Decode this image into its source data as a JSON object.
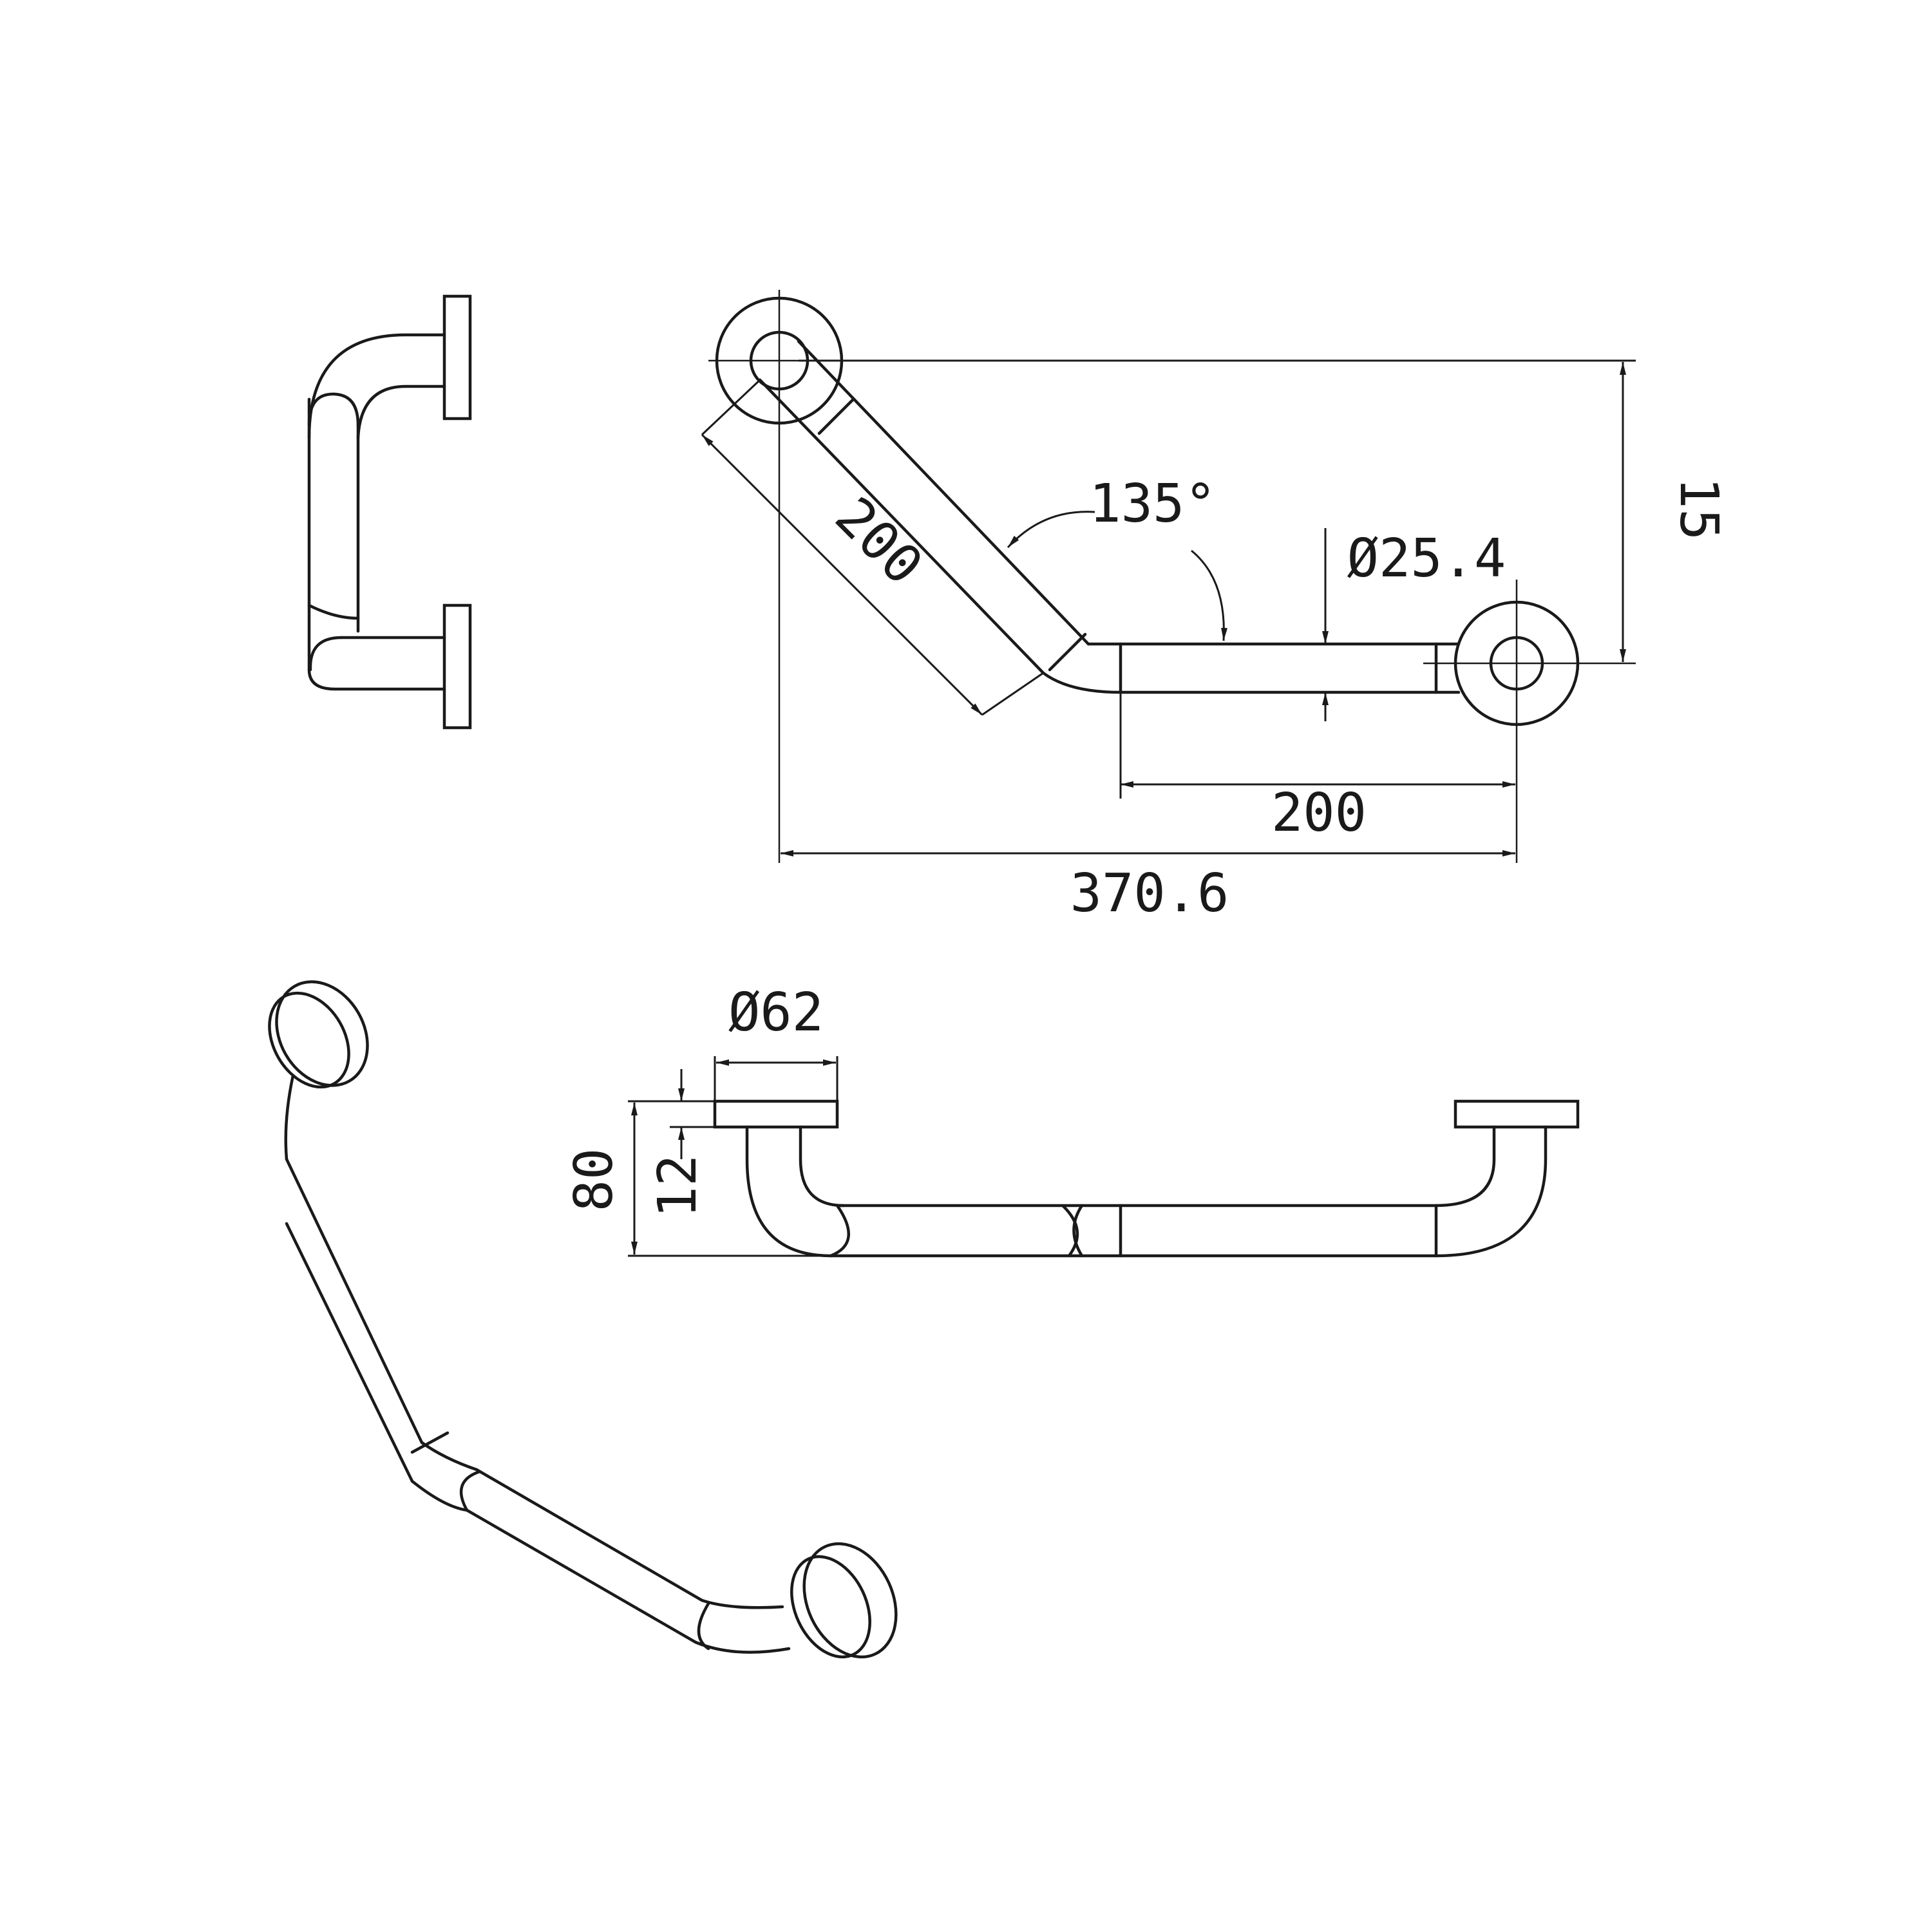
{
  "drawing": {
    "subject": "135° angled grab bar",
    "colors": {
      "line": "#1a1a1a",
      "background": "#ffffff"
    },
    "dimensions": {
      "angled_leg_length": "200",
      "angle": "135°",
      "tube_diameter": "Ø25.4",
      "straight_leg_length": "200",
      "overall_width": "370.6",
      "overall_height_partial": "15",
      "flange_diameter": "Ø62",
      "projection": "80",
      "flange_thickness": "12"
    }
  }
}
